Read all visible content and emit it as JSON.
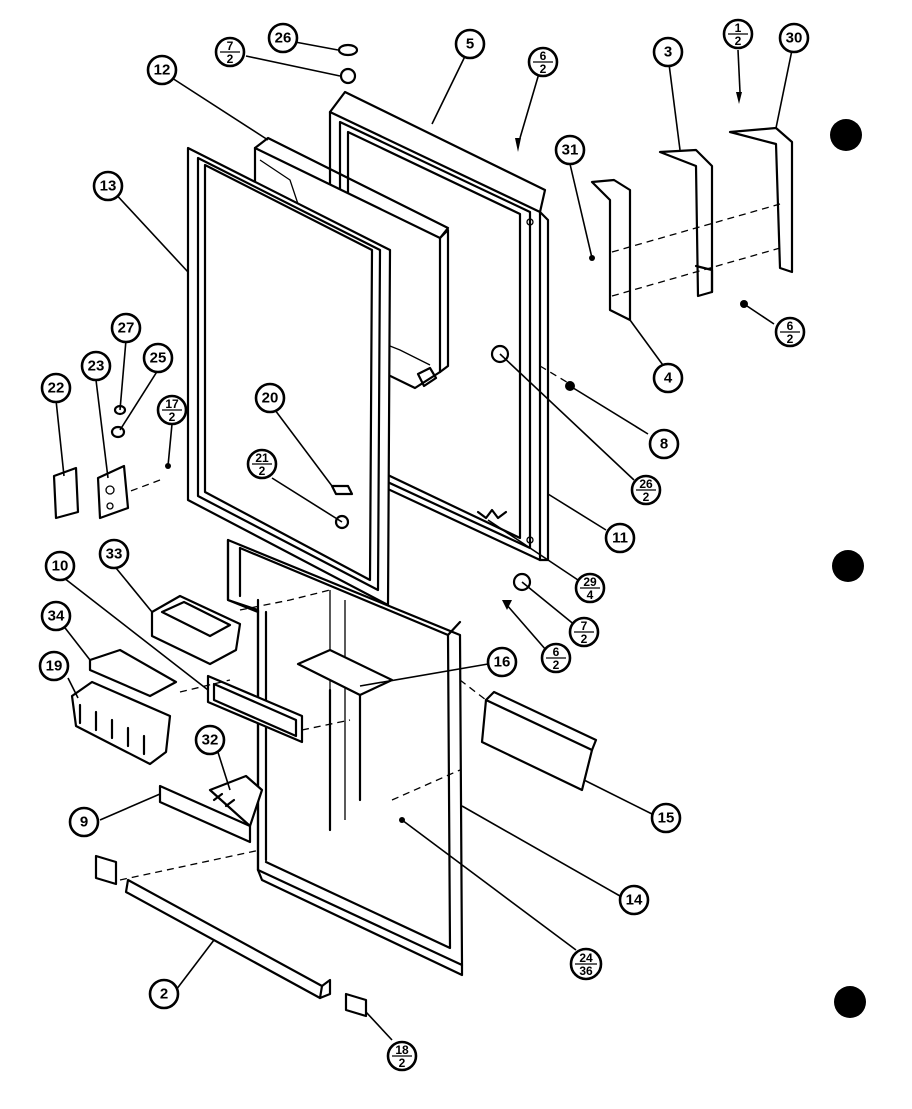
{
  "callouts": [
    {
      "id": "c26a",
      "number": "26",
      "denominator": ""
    },
    {
      "id": "c7a",
      "number": "7",
      "denominator": "2"
    },
    {
      "id": "c5",
      "number": "5",
      "denominator": ""
    },
    {
      "id": "c6a",
      "number": "6",
      "denominator": "2"
    },
    {
      "id": "c3",
      "number": "3",
      "denominator": ""
    },
    {
      "id": "c1",
      "number": "1",
      "denominator": "2"
    },
    {
      "id": "c30",
      "number": "30",
      "denominator": ""
    },
    {
      "id": "c12",
      "number": "12",
      "denominator": ""
    },
    {
      "id": "c31",
      "number": "31",
      "denominator": ""
    },
    {
      "id": "c13",
      "number": "13",
      "denominator": ""
    },
    {
      "id": "c6b",
      "number": "6",
      "denominator": "2"
    },
    {
      "id": "c27",
      "number": "27",
      "denominator": ""
    },
    {
      "id": "c4",
      "number": "4",
      "denominator": ""
    },
    {
      "id": "c23",
      "number": "23",
      "denominator": ""
    },
    {
      "id": "c25",
      "number": "25",
      "denominator": ""
    },
    {
      "id": "c22",
      "number": "22",
      "denominator": ""
    },
    {
      "id": "c17",
      "number": "17",
      "denominator": "2"
    },
    {
      "id": "c20",
      "number": "20",
      "denominator": ""
    },
    {
      "id": "c8",
      "number": "8",
      "denominator": ""
    },
    {
      "id": "c21",
      "number": "21",
      "denominator": "2"
    },
    {
      "id": "c26b",
      "number": "26",
      "denominator": "2"
    },
    {
      "id": "c11",
      "number": "11",
      "denominator": ""
    },
    {
      "id": "c33",
      "number": "33",
      "denominator": ""
    },
    {
      "id": "c10",
      "number": "10",
      "denominator": ""
    },
    {
      "id": "c29",
      "number": "29",
      "denominator": "4"
    },
    {
      "id": "c7b",
      "number": "7",
      "denominator": "2"
    },
    {
      "id": "c34",
      "number": "34",
      "denominator": ""
    },
    {
      "id": "c6c",
      "number": "6",
      "denominator": "2"
    },
    {
      "id": "c16",
      "number": "16",
      "denominator": ""
    },
    {
      "id": "c19",
      "number": "19",
      "denominator": ""
    },
    {
      "id": "c32",
      "number": "32",
      "denominator": ""
    },
    {
      "id": "c15",
      "number": "15",
      "denominator": ""
    },
    {
      "id": "c9",
      "number": "9",
      "denominator": ""
    },
    {
      "id": "c14",
      "number": "14",
      "denominator": ""
    },
    {
      "id": "c24",
      "number": "24",
      "denominator": "36"
    },
    {
      "id": "c2",
      "number": "2",
      "denominator": ""
    },
    {
      "id": "c18",
      "number": "18",
      "denominator": "2"
    }
  ],
  "colors": {
    "ink": "#000000",
    "paper": "#ffffff"
  }
}
